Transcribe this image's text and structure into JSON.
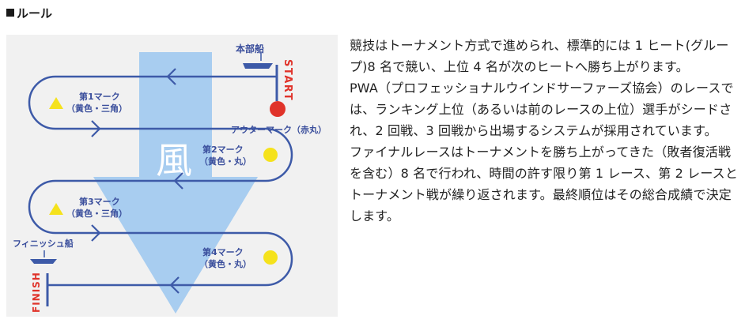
{
  "section": {
    "title": "ルール",
    "icon": "black-square-icon"
  },
  "diagram": {
    "wind_label": "風",
    "committee_boat_label": "本部船",
    "start_label": "START",
    "finish_boat_label": "フィニッシュ船",
    "finish_label": "FINISH",
    "outer_mark_label": "アウターマーク（赤丸）",
    "marks": [
      {
        "title": "第1マーク",
        "desc": "（黄色・三角）",
        "shape": "triangle"
      },
      {
        "title": "第2マーク",
        "desc": "（黄色・丸）",
        "shape": "circle"
      },
      {
        "title": "第3マーク",
        "desc": "（黄色・三角）",
        "shape": "triangle"
      },
      {
        "title": "第4マーク",
        "desc": "（黄色・丸）",
        "shape": "circle"
      }
    ],
    "colors": {
      "background": "#f1f1f1",
      "course": "#3d5aa8",
      "wind": "#a8cdf0",
      "mark_yellow": "#f5e21c",
      "outer_mark_red": "#e0332a",
      "label_text": "#3a4e9c",
      "line_label_red": "#e0332a"
    }
  },
  "article": {
    "paragraphs": [
      "競技はトーナメント方式で進められ、標準的には 1 ヒート(グループ)8 名で競い、上位 4 名が次のヒートへ勝ち上がります。",
      "PWA（プロフェッショナルウインドサーファーズ協会）のレースでは、ランキング上位（あるいは前のレースの上位）選手がシードされ、2 回戦、3 回戦から出場するシステムが採用されています。",
      "ファイナルレースはトーナメントを勝ち上がってきた（敗者復活戦を含む）8 名で行われ、時間の許す限り第 1 レース、第 2 レースとトーナメント戦が繰り返されます。最終順位はその総合成績で決定します。"
    ]
  }
}
